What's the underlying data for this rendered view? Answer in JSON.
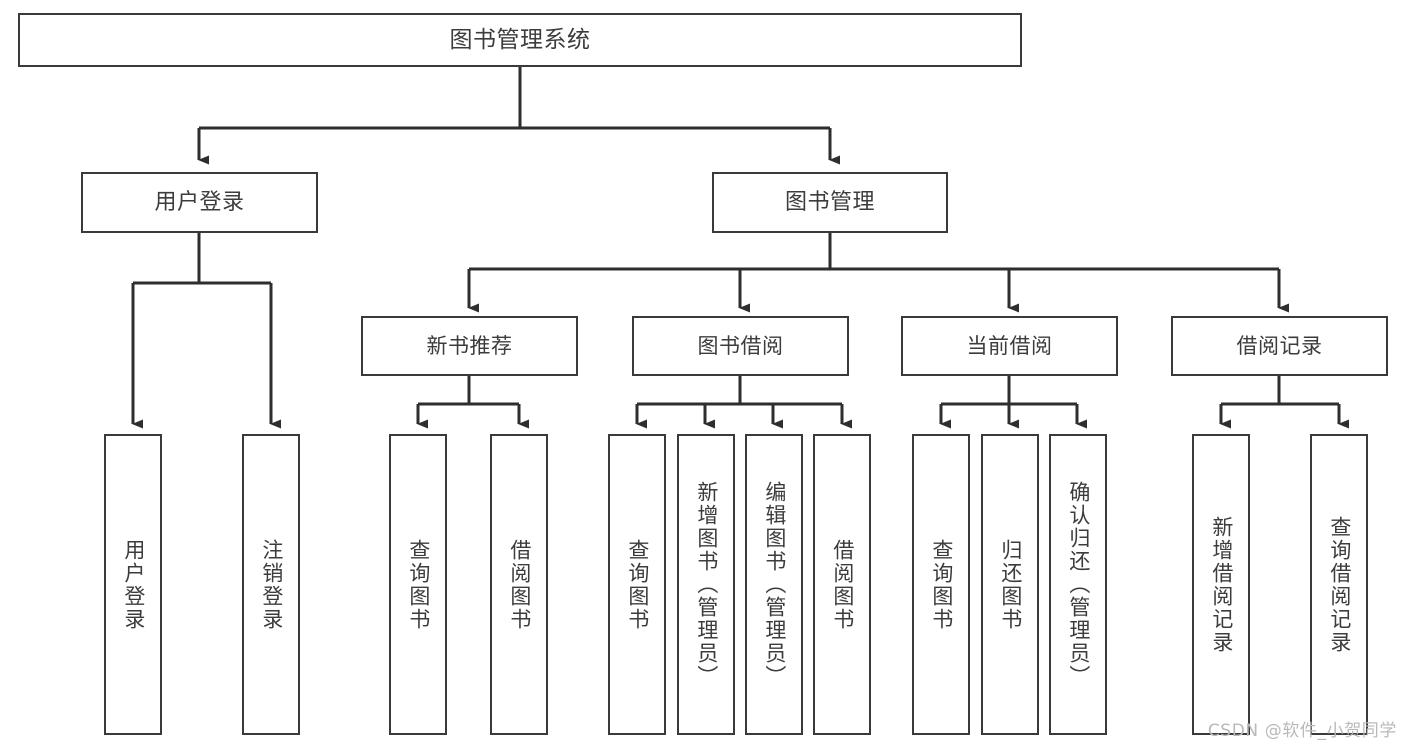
{
  "diagram": {
    "title": "图书管理系统",
    "root": {
      "label": "图书管理系统"
    },
    "level1": [
      {
        "label": "用户登录"
      },
      {
        "label": "图书管理"
      }
    ],
    "level2": [
      {
        "label": "新书推荐"
      },
      {
        "label": "图书借阅"
      },
      {
        "label": "当前借阅"
      },
      {
        "label": "借阅记录"
      }
    ],
    "leaves": {
      "user_login": [
        {
          "label": "用户登录"
        },
        {
          "label": "注销登录"
        }
      ],
      "new_book_recommend": [
        {
          "label": "查询图书"
        },
        {
          "label": "借阅图书"
        }
      ],
      "book_borrow": [
        {
          "label": "查询图书"
        },
        {
          "label": "新增图书（管理员）"
        },
        {
          "label": "编辑图书（管理员）"
        },
        {
          "label": "借阅图书"
        }
      ],
      "current_borrow": [
        {
          "label": "查询图书"
        },
        {
          "label": "归还图书"
        },
        {
          "label": "确认归还（管理员）"
        }
      ],
      "borrow_record": [
        {
          "label": "新增借阅记录"
        },
        {
          "label": "查询借阅记录"
        }
      ]
    }
  },
  "watermark": {
    "text": "CSDN @软件_小贺同学"
  },
  "colors": {
    "background": "#ffffff",
    "box_border": "#3a3a3a",
    "text": "#3c3c3c",
    "connector": "#2e2e2e",
    "watermark": "#b9b9b9"
  }
}
